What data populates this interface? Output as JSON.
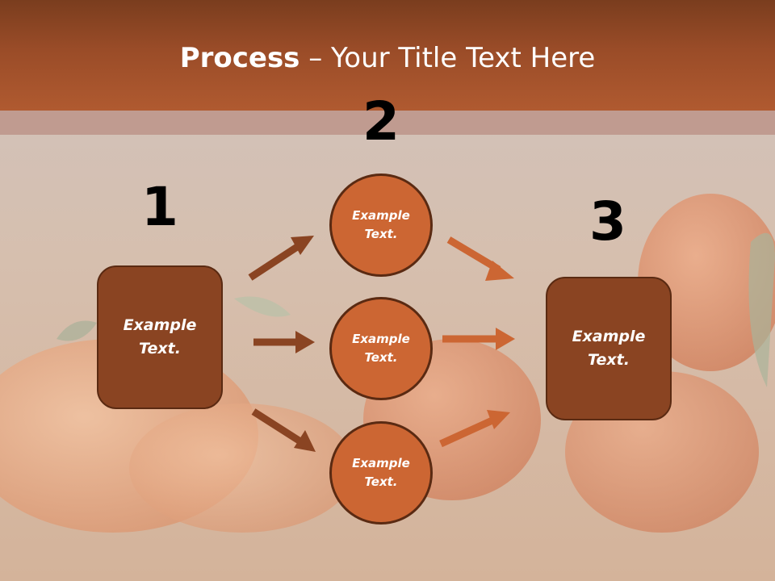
{
  "slide": {
    "title_bold": "Process",
    "title_rest": " – Your Title Text Here"
  },
  "steps": {
    "n1": "1",
    "n2": "2",
    "n3": "3"
  },
  "nodes": {
    "left_box": [
      "Example",
      "Text."
    ],
    "circle_top": [
      "Example",
      "Text."
    ],
    "circle_mid": [
      "Example",
      "Text."
    ],
    "circle_bot": [
      "Example",
      "Text."
    ],
    "right_box": [
      "Example",
      "Text."
    ]
  },
  "colors": {
    "header": "#9a4c28",
    "box_fill": "#8a4422",
    "circle_fill": "#cc6633",
    "outline": "#5a2a12",
    "arrow_dark": "#8a4422",
    "arrow_light": "#cc6633"
  }
}
